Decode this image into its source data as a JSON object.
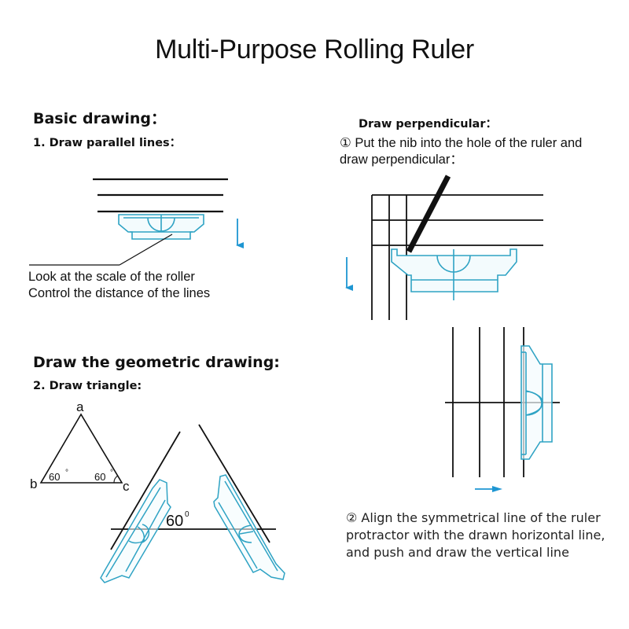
{
  "title": "Multi-Purpose Rolling Ruler",
  "colors": {
    "ruler_outline": "#2fa3c4",
    "arrow": "#1e96d2",
    "line": "#111111"
  },
  "basic_drawing": {
    "heading": "Basic drawing：",
    "step1_heading": "1. Draw parallel lines：",
    "note_lines": [
      "Look at the scale of the roller",
      "Control the distance of the lines"
    ],
    "arrow_icon": "arrow-down-icon"
  },
  "perpendicular": {
    "heading": "Draw perpendicular：",
    "step1_lines": [
      "① Put the nib into the hole of the ruler and",
      "draw perpendicular："
    ],
    "step2_lines": [
      "② Align the symmetrical line of the ruler",
      "protractor with the drawn horizontal line,",
      "and push and draw the vertical line"
    ],
    "arrow1_icon": "arrow-down-icon",
    "arrow2_icon": "arrow-right-icon"
  },
  "geometric": {
    "heading": "Draw the geometric drawing:",
    "step2_heading": "2.  Draw triangle:",
    "triangle": {
      "vertex_a": "a",
      "vertex_b": "b",
      "vertex_c": "c",
      "angle_b": "60",
      "angle_c": "60",
      "degree_symbol": "°"
    },
    "rulers_angle_label": "60",
    "rulers_angle_degree": "0"
  }
}
